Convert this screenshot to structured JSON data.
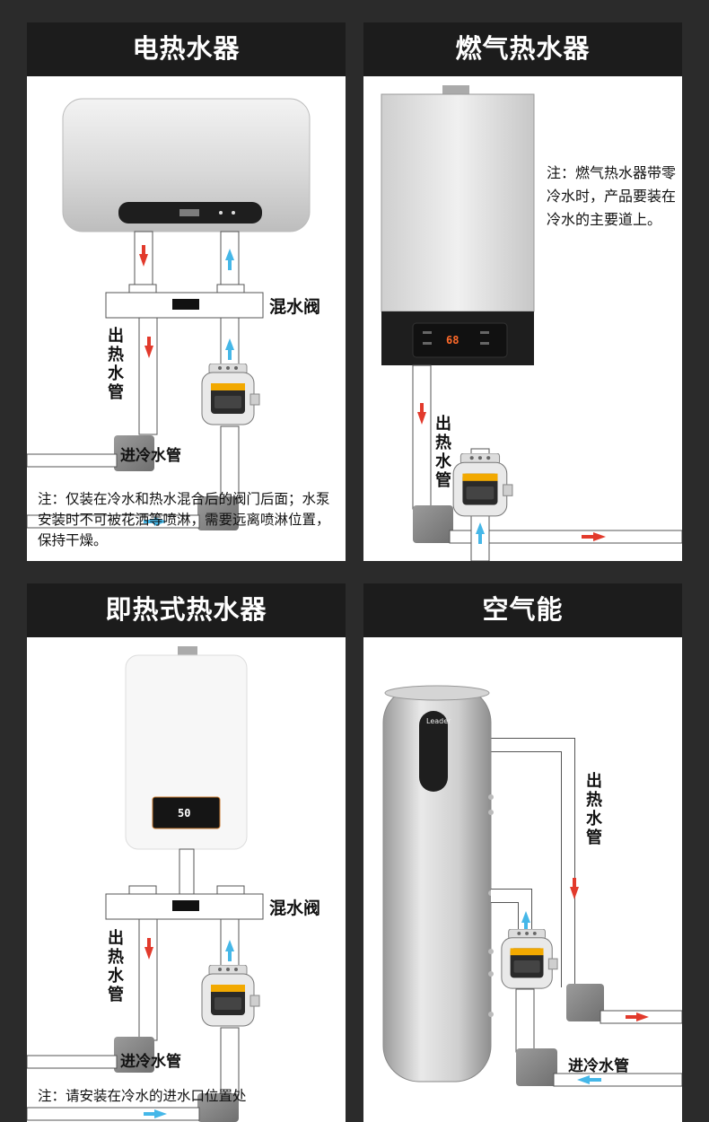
{
  "panels": {
    "electric": {
      "title": "电热水器",
      "mixing_valve": "混水阀",
      "hot_pipe": "出热水管",
      "cold_pipe": "进冷水管",
      "note": "注：仅装在冷水和热水混合后的阀门后面；水泵安装时不可被花洒等喷淋，需要远离喷淋位置，保持干燥。"
    },
    "gas": {
      "title": "燃气热水器",
      "hot_pipe": "出热水管",
      "note": "注：燃气热水器带零冷水时，产品要装在冷水的主要道上。",
      "screen_value": "68"
    },
    "instant": {
      "title": "即热式热水器",
      "mixing_valve": "混水阀",
      "hot_pipe": "出热水管",
      "cold_pipe": "进冷水管",
      "note": "注：请安装在冷水的进水口位置处",
      "screen_value": "50"
    },
    "air": {
      "title": "空气能",
      "hot_pipe": "出热水管",
      "cold_pipe": "进冷水管",
      "brand_logo": "Leader"
    }
  },
  "colors": {
    "background": "#2b2b2b",
    "header": "#1c1c1c",
    "hot_arrow": "#e23a2c",
    "cold_arrow": "#45b7e8",
    "pump_accent": "#f2a900"
  },
  "icons": [
    "hot-flow-arrow-icon",
    "cold-flow-arrow-icon",
    "water-pump-icon"
  ]
}
